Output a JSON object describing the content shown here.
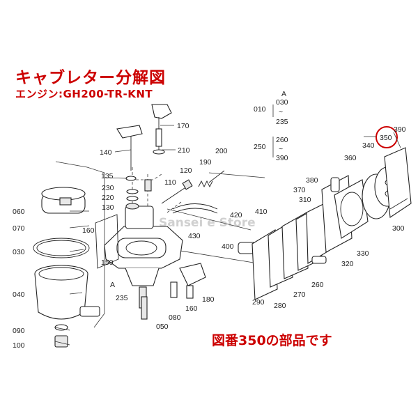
{
  "title": "キャブレター分解図",
  "engine": "エンジン:GH200-TR-KNT",
  "caption": "図番350の部品です",
  "watermark": "Sansei e Store",
  "highlight_color": "#cc0000",
  "highlighted_part": "350",
  "callout_A": "A",
  "groups": {
    "g010": {
      "code": "010",
      "top": "030",
      "tilde": "~",
      "bottom": "235"
    },
    "g250": {
      "code": "250",
      "top": "260",
      "tilde": "~",
      "bottom": "390"
    }
  },
  "parts": {
    "p170": "170",
    "p140": "140",
    "p210": "210",
    "p200": "200",
    "p135": "135",
    "p190": "190",
    "p120": "120",
    "p110": "110",
    "p230": "230",
    "p220": "220",
    "p130": "130",
    "p060": "060",
    "p070": "070",
    "p160a": "160",
    "p150": "150",
    "p430": "430",
    "p420": "420",
    "p400": "400",
    "p410": "410",
    "p030": "030",
    "p040": "040",
    "p090": "090",
    "p100": "100",
    "p235": "235",
    "p050": "050",
    "p080": "080",
    "p160b": "160",
    "p180": "180",
    "p290": "290",
    "p280": "280",
    "p270": "270",
    "p260": "260",
    "p310": "310",
    "p370": "370",
    "p380": "380",
    "p360": "360",
    "p340": "340",
    "p350": "350",
    "p390": "390",
    "p300": "300",
    "p320": "320",
    "p330": "330"
  }
}
